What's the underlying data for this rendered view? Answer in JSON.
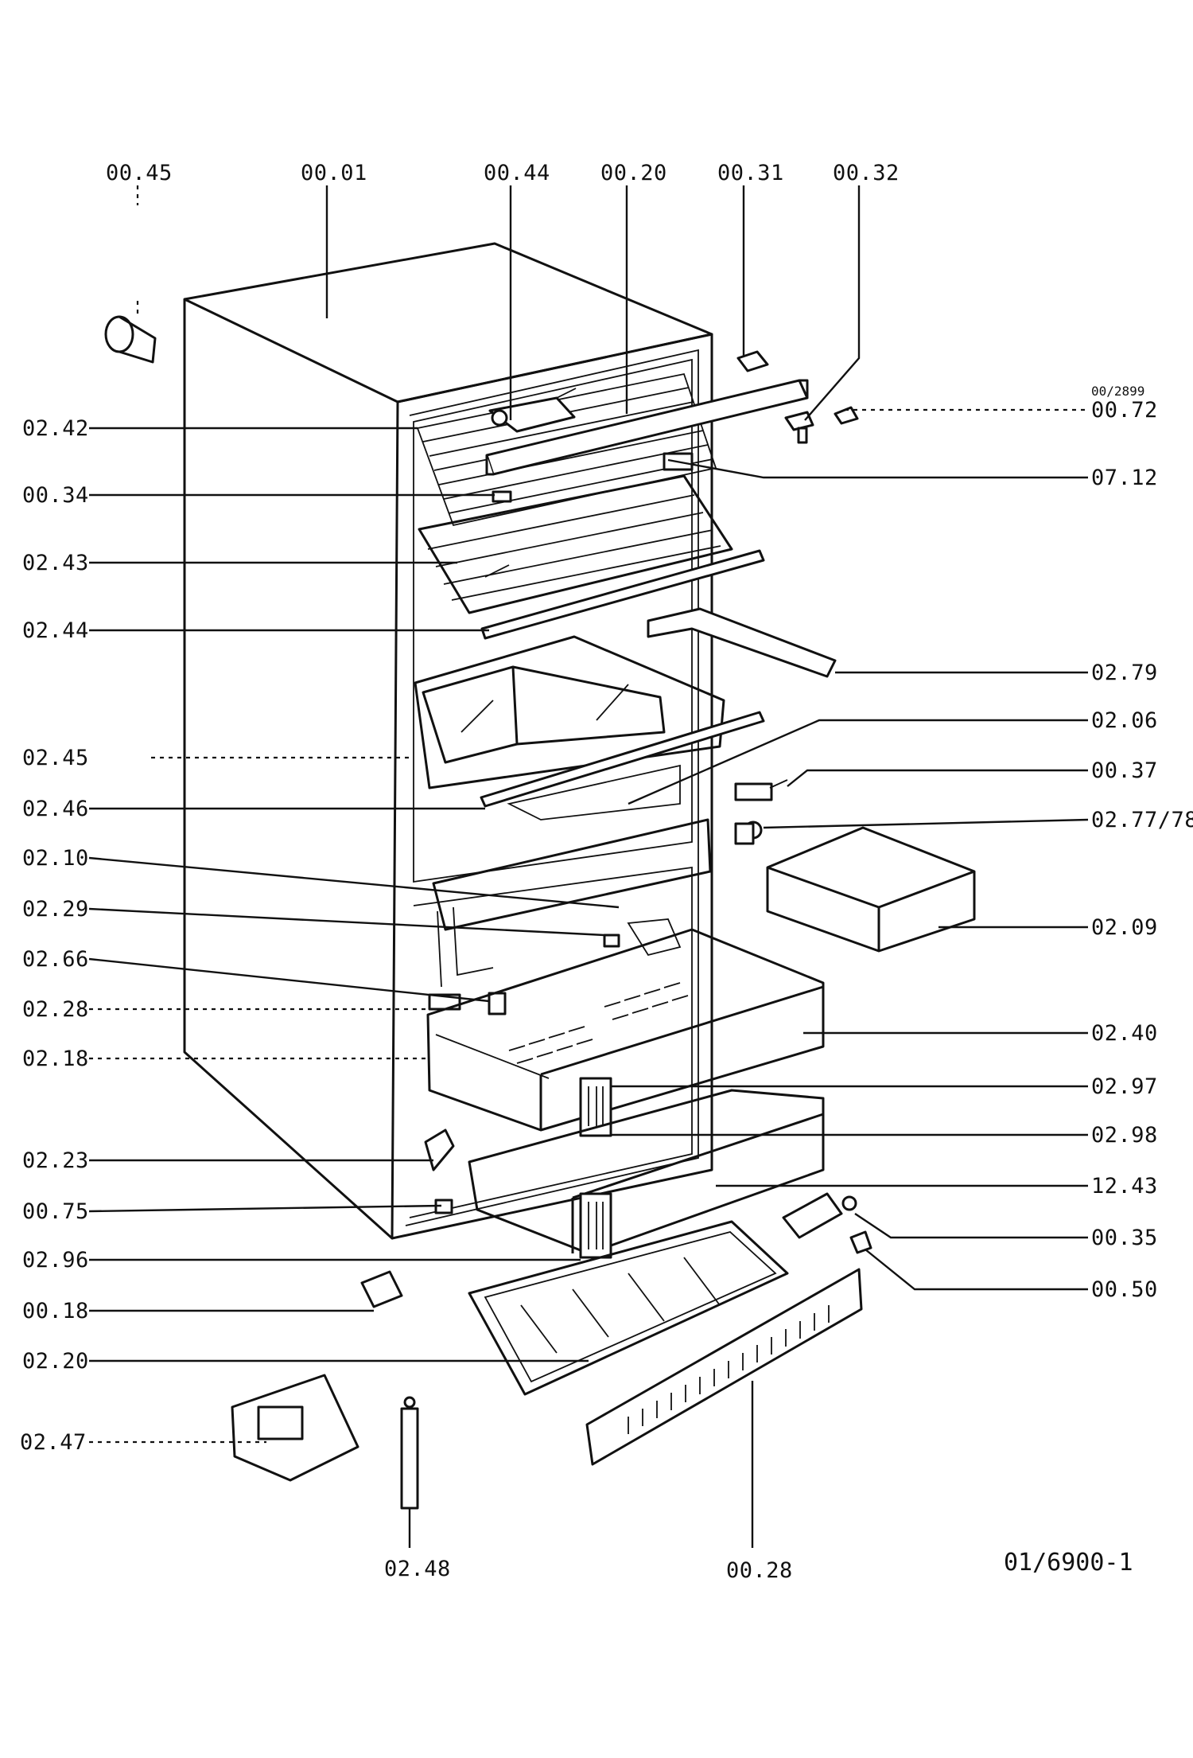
{
  "top_labels": {
    "l_0045": "00.45",
    "l_0001": "00.01",
    "l_0044": "00.44",
    "l_0020": "00.20",
    "l_0031": "00.31",
    "l_0032": "00.32"
  },
  "left_labels": {
    "l_0242": "02.42",
    "l_0034": "00.34",
    "l_0243": "02.43",
    "l_0244": "02.44",
    "l_0245": "02.45",
    "l_0246": "02.46",
    "l_0210": "02.10",
    "l_0229": "02.29",
    "l_0266": "02.66",
    "l_0228": "02.28",
    "l_0218": "02.18",
    "l_0223": "02.23",
    "l_0075": "00.75",
    "l_0296": "02.96",
    "l_0018": "00.18",
    "l_0220": "02.20",
    "l_0247": "02.47"
  },
  "right_labels": {
    "l_002899": "00/2899",
    "l_0072": "00.72",
    "l_0712": "07.12",
    "l_0279": "02.79",
    "l_0206": "02.06",
    "l_0037": "00.37",
    "l_027778": "02.77/78",
    "l_0209": "02.09",
    "l_0240": "02.40",
    "l_0297": "02.97",
    "l_0298": "02.98",
    "l_1243": "12.43",
    "l_0035": "00.35",
    "l_0050": "00.50"
  },
  "bottom_labels": {
    "l_0248": "02.48",
    "l_0028": "00.28"
  },
  "drawing_code": "01/6900-1"
}
